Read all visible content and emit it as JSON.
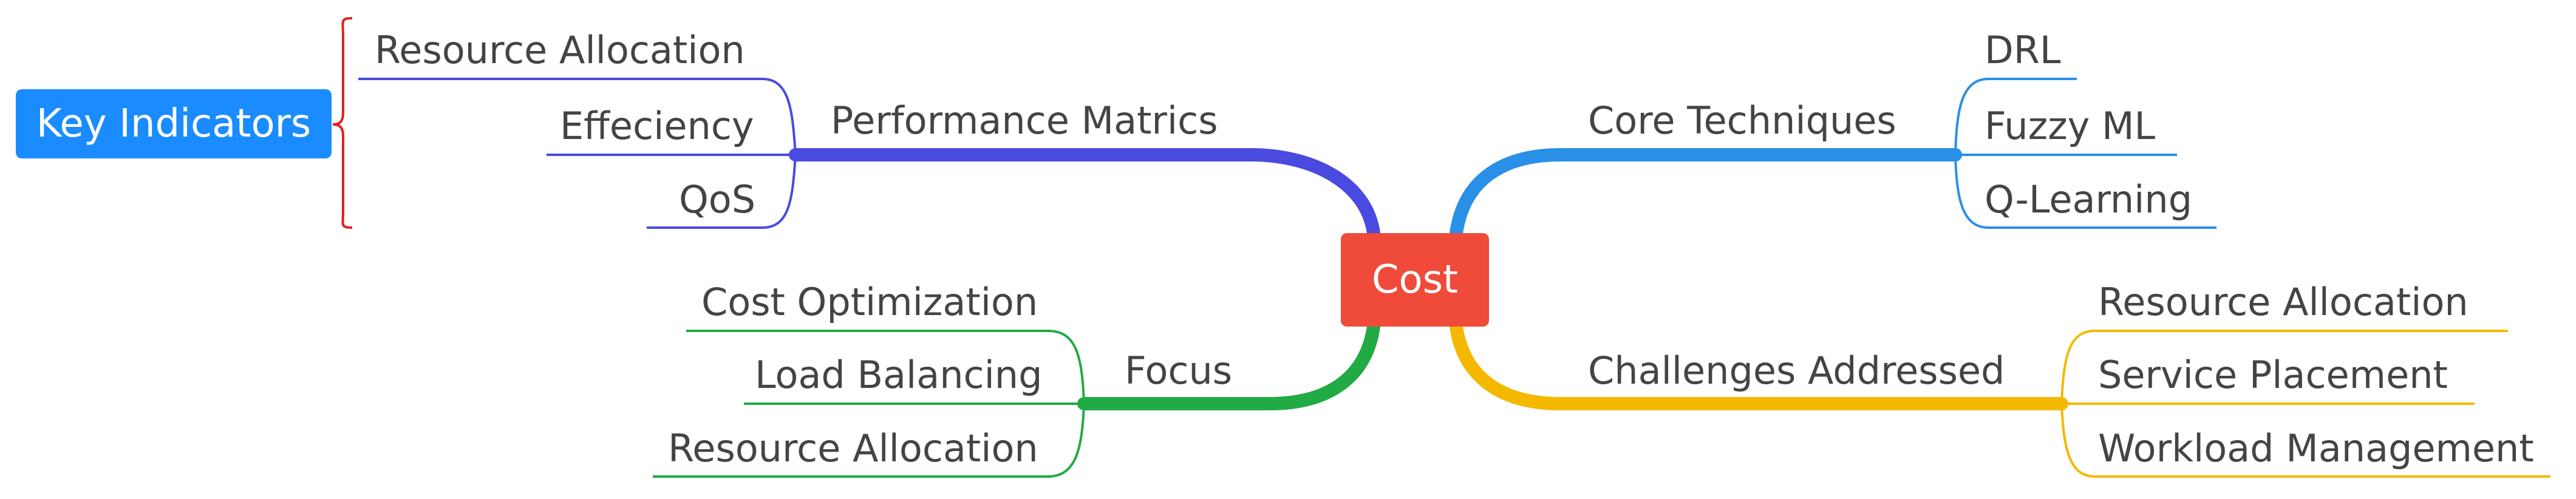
{
  "center": {
    "label": "Cost"
  },
  "summary": {
    "label": "Key Indicators"
  },
  "branches": {
    "performance": {
      "label": "Performance Matrics",
      "color": "#4a4ae0",
      "children": [
        "Resource Allocation",
        "Effeciency",
        "QoS"
      ]
    },
    "focus": {
      "label": "Focus",
      "color": "#22aa44",
      "children": [
        "Cost Optimization",
        "Load Balancing",
        "Resource Allocation"
      ]
    },
    "core": {
      "label": "Core Techniques",
      "color": "#2a8fe6",
      "children": [
        "DRL",
        "Fuzzy ML",
        "Q-Learning"
      ]
    },
    "challenges": {
      "label": "Challenges Addressed",
      "color": "#f5b800",
      "children": [
        "Resource Allocation",
        "Service Placement",
        "Workload Management"
      ]
    }
  },
  "colors": {
    "center": "#f04a3a",
    "summary": "#1a8cff",
    "bracket": "#e02020"
  }
}
